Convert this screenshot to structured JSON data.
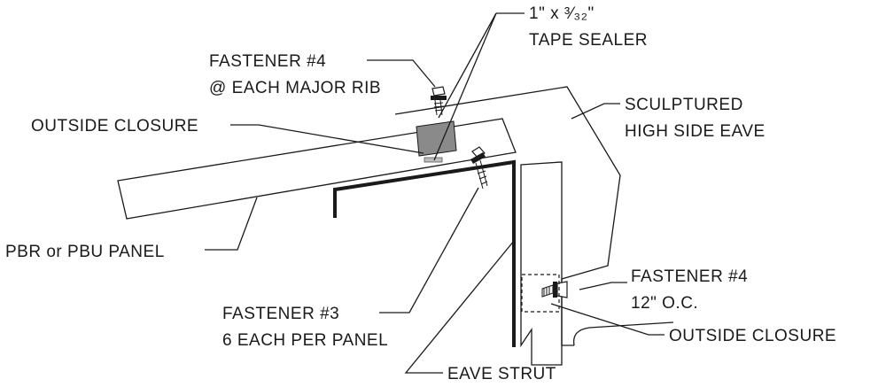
{
  "labels": {
    "tape_sealer_size": "1\" x ³⁄₃₂\"",
    "tape_sealer": "TAPE SEALER",
    "fastener4_top_line1": "FASTENER #4",
    "fastener4_top_line2": "@ EACH MAJOR RIB",
    "outside_closure_top": "OUTSIDE CLOSURE",
    "sculptured_line1": "SCULPTURED",
    "sculptured_line2": "HIGH SIDE EAVE",
    "panel": "PBR or PBU PANEL",
    "fastener4_right_line1": "FASTENER #4",
    "fastener4_right_line2": "12\" O.C.",
    "outside_closure_bottom": "OUTSIDE CLOSURE",
    "fastener3_line1": "FASTENER #3",
    "fastener3_line2": "6 EACH PER PANEL",
    "eave_strut": "EAVE STRUT"
  },
  "colors": {
    "ink": "#1a1a1a",
    "closure_fill": "#8a8a8a",
    "sealer_fill": "#bdbdbd"
  }
}
